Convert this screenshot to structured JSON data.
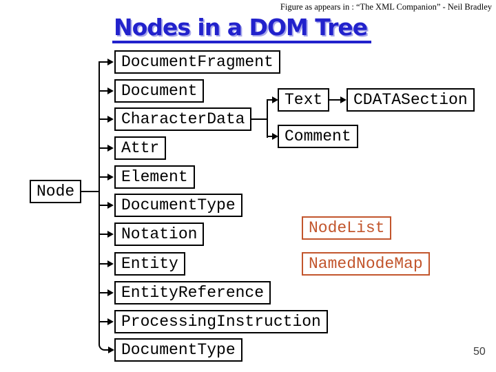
{
  "attribution": "Figure as appears in : “The XML Companion” - Neil Bradley",
  "title": "Nodes in a DOM Tree",
  "page_number": "50",
  "colors": {
    "title_blue": "#2222cc",
    "helper_orange": "#c2552c",
    "box_border": "#000000"
  },
  "tree": {
    "root": "Node",
    "node_children": [
      "DocumentFragment",
      "Document",
      "CharacterData",
      "Attr",
      "Element",
      "DocumentType",
      "Notation",
      "Entity",
      "EntityReference",
      "ProcessingInstruction",
      "DocumentType"
    ],
    "characterdata_children": [
      "Text",
      "Comment"
    ],
    "text_children": [
      "CDATASection"
    ],
    "helpers": [
      "NodeList",
      "NamedNodeMap"
    ]
  }
}
